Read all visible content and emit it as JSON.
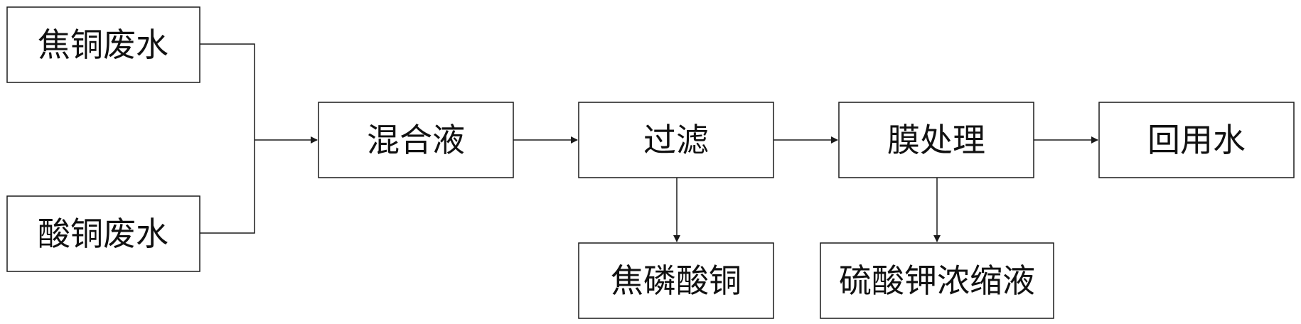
{
  "nodes": [
    {
      "id": "pyro-copper-wastewater",
      "label": "焦铜废水"
    },
    {
      "id": "acid-copper-wastewater",
      "label": "酸铜废水"
    },
    {
      "id": "mixed-liquid",
      "label": "混合液"
    },
    {
      "id": "filtration",
      "label": "过滤"
    },
    {
      "id": "membrane-treatment",
      "label": "膜处理"
    },
    {
      "id": "reuse-water",
      "label": "回用水"
    },
    {
      "id": "copper-pyrophosphate",
      "label": "焦磷酸铜"
    },
    {
      "id": "potassium-sulfate-concentrate",
      "label": "硫酸钾浓缩液"
    }
  ],
  "edges": [
    {
      "from": "pyro-copper-wastewater",
      "to": "mixed-liquid"
    },
    {
      "from": "acid-copper-wastewater",
      "to": "mixed-liquid"
    },
    {
      "from": "mixed-liquid",
      "to": "filtration"
    },
    {
      "from": "filtration",
      "to": "membrane-treatment"
    },
    {
      "from": "membrane-treatment",
      "to": "reuse-water"
    },
    {
      "from": "filtration",
      "to": "copper-pyrophosphate"
    },
    {
      "from": "membrane-treatment",
      "to": "potassium-sulfate-concentrate"
    }
  ],
  "colors": {
    "stroke": "#1a1a1a",
    "text": "#111111",
    "background": "#ffffff"
  }
}
